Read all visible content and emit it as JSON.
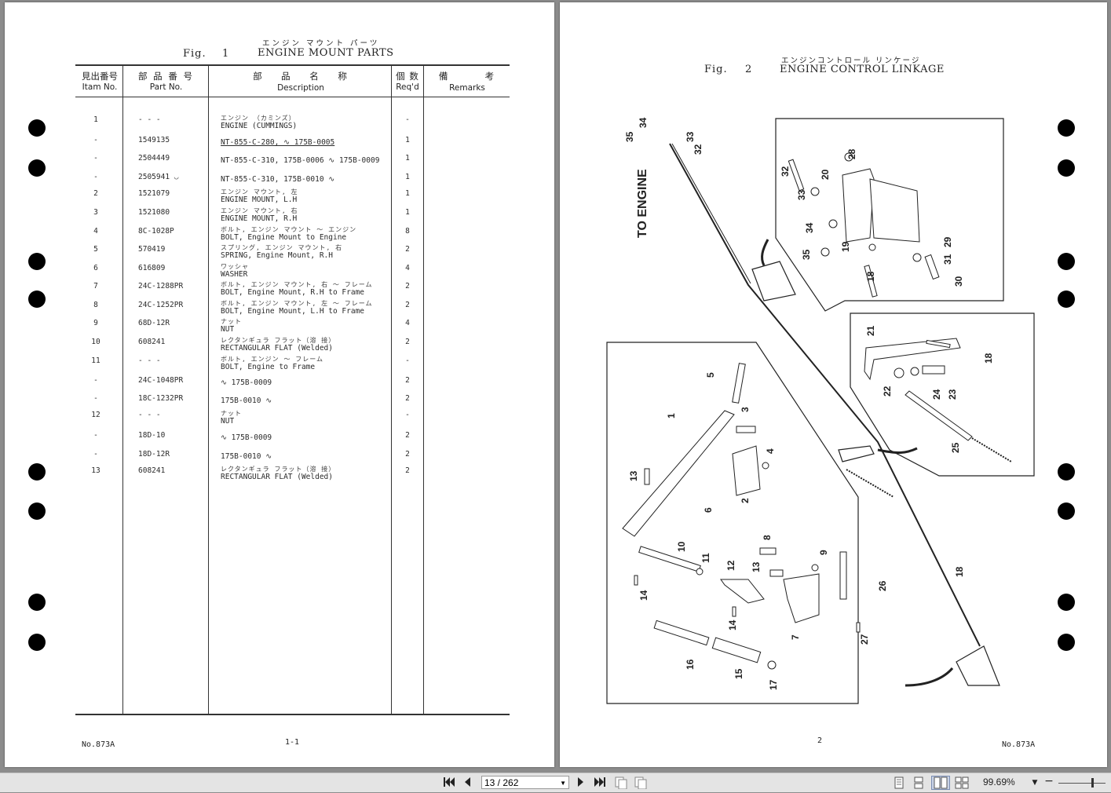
{
  "left_page": {
    "fig_jp": "エンジン マウント パーツ",
    "fig_label": "Fig.",
    "fig_number": "1",
    "fig_title": "ENGINE MOUNT PARTS",
    "headers": {
      "item_jp": "見出番号",
      "item_en": "Itam No.",
      "part_jp": "部 品 番 号",
      "part_en": "Part No.",
      "desc_jp": "部    品    名    称",
      "desc_en": "Description",
      "req_jp": "個 数",
      "req_en": "Req'd",
      "remarks_jp": "備        考",
      "remarks_en": "Remarks"
    },
    "rows": [
      {
        "item": "1",
        "part": "- - -",
        "jp": "エンジン （カミンズ）",
        "desc": "ENGINE (CUMMINGS)",
        "req": "-"
      },
      {
        "item": "-",
        "part": "1549135",
        "jp": "",
        "desc": "NT-855-C-280, ∿ 175B-0005",
        "req": "1"
      },
      {
        "item": "-",
        "part": "2504449",
        "jp": "",
        "desc": "NT-855-C-310, 175B-0006 ∿ 175B-0009",
        "req": "1"
      },
      {
        "item": "-",
        "part": "2505941 ◡",
        "jp": "",
        "desc": "NT-855-C-310, 175B-0010 ∿",
        "req": "1"
      },
      {
        "item": "2",
        "part": "1521079",
        "jp": "エンジン マウント, 左",
        "desc": "ENGINE MOUNT, L.H",
        "req": "1"
      },
      {
        "item": "3",
        "part": "1521080",
        "jp": "エンジン マウント, 右",
        "desc": "ENGINE MOUNT, R.H",
        "req": "1"
      },
      {
        "item": "4",
        "part": "8C-1028P",
        "jp": "ボルト, エンジン マウント 〜 エンジン",
        "desc": "BOLT, Engine Mount to Engine",
        "req": "8"
      },
      {
        "item": "5",
        "part": "570419",
        "jp": "スプリング, エンジン マウント, 右",
        "desc": "SPRING, Engine Mount, R.H",
        "req": "2"
      },
      {
        "item": "6",
        "part": "616809",
        "jp": "ワッシャ",
        "desc": "WASHER",
        "req": "4"
      },
      {
        "item": "7",
        "part": "24C-1288PR",
        "jp": "ボルト, エンジン マウント, 右 〜 フレーム",
        "desc": "BOLT, Engine Mount, R.H to Frame",
        "req": "2"
      },
      {
        "item": "8",
        "part": "24C-1252PR",
        "jp": "ボルト, エンジン マウント, 左 〜 フレーム",
        "desc": "BOLT, Engine Mount, L.H to Frame",
        "req": "2"
      },
      {
        "item": "9",
        "part": "68D-12R",
        "jp": "ナット",
        "desc": "NUT",
        "req": "4"
      },
      {
        "item": "10",
        "part": "608241",
        "jp": "レクタンギュラ フラット（溶 接）",
        "desc": "RECTANGULAR FLAT (Welded)",
        "req": "2"
      },
      {
        "item": "11",
        "part": "- - -",
        "jp": "ボルト, エンジン 〜 フレーム",
        "desc": "BOLT, Engine to Frame",
        "req": "-"
      },
      {
        "item": "-",
        "part": "24C-1048PR",
        "jp": "",
        "desc": "∿ 175B-0009",
        "req": "2"
      },
      {
        "item": "-",
        "part": "18C-1232PR",
        "jp": "",
        "desc": "175B-0010 ∿",
        "req": "2"
      },
      {
        "item": "12",
        "part": "- - -",
        "jp": "ナット",
        "desc": "NUT",
        "req": "-"
      },
      {
        "item": "-",
        "part": "18D-10",
        "jp": "",
        "desc": "∿ 175B-0009",
        "req": "2"
      },
      {
        "item": "-",
        "part": "18D-12R",
        "jp": "",
        "desc": "175B-0010 ∿",
        "req": "2"
      },
      {
        "item": "13",
        "part": "608241",
        "jp": "レクタンギュラ フラット（溶 接）",
        "desc": "RECTANGULAR FLAT (Welded)",
        "req": "2"
      }
    ],
    "footer_doc": "No.873A",
    "footer_page": "1-1"
  },
  "right_page": {
    "fig_jp": "エンジンコントロール リンケージ",
    "fig_label": "Fig.",
    "fig_number": "2",
    "fig_title": "ENGINE CONTROL LINKAGE",
    "to_engine": "TO ENGINE",
    "callouts": [
      "1",
      "2",
      "3",
      "4",
      "5",
      "6",
      "7",
      "8",
      "9",
      "10",
      "11",
      "12",
      "13",
      "13",
      "14",
      "14",
      "14",
      "15",
      "16",
      "17",
      "18",
      "18",
      "18",
      "18",
      "19",
      "20",
      "21",
      "22",
      "23",
      "24",
      "25",
      "26",
      "27",
      "28",
      "29",
      "30",
      "31",
      "32",
      "32",
      "33",
      "33",
      "34",
      "34",
      "35",
      "35"
    ],
    "footer_page": "2",
    "footer_doc": "No.873A"
  },
  "toolbar": {
    "page_value": "13 / 262",
    "zoom": "99.69%",
    "icons": [
      "first-page-icon",
      "prev-page-icon",
      "next-page-icon",
      "last-page-icon",
      "single-page-icon",
      "two-page-icon",
      "single-page-view-icon",
      "continuous-view-icon",
      "two-page-view-icon",
      "two-page-continuous-icon"
    ]
  }
}
